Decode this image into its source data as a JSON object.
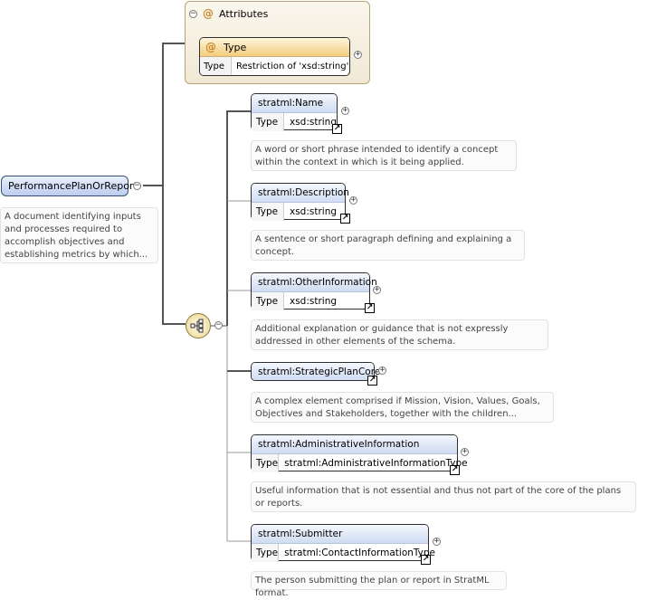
{
  "root": {
    "name": "PerformancePlanOrReport",
    "doc": "A document identifying inputs and processes required to accomplish objectives and establishing metrics by which..."
  },
  "attributes": {
    "title": "Attributes",
    "attr_name": "Type",
    "type_key": "Type",
    "type_value": "Restriction of 'xsd:string'"
  },
  "elements": [
    {
      "name": "stratml:Name",
      "type_key": "Type",
      "type": "xsd:string",
      "doc": "A word or short phrase intended to identify a concept within the context in which is it being applied."
    },
    {
      "name": "stratml:Description",
      "type_key": "Type",
      "type": "xsd:string",
      "doc": "A sentence or short paragraph defining and explaining a concept."
    },
    {
      "name": "stratml:OtherInformation",
      "type_key": "Type",
      "type": "xsd:string",
      "doc": "Additional explanation or guidance that is not expressly addressed in other elements of the schema."
    },
    {
      "name": "stratml:StrategicPlanCore",
      "doc": "A complex element comprised if Mission, Vision, Values, Goals, Objectives and Stakeholders, together with the children..."
    },
    {
      "name": "stratml:AdministrativeInformation",
      "type_key": "Type",
      "type": "stratml:AdministrativeInformationType",
      "doc": "Useful information that is not essential and thus not part of the core of the plans or reports."
    },
    {
      "name": "stratml:Submitter",
      "type_key": "Type",
      "type": "stratml:ContactInformationType",
      "doc": "The person submitting the plan or report in StratML format."
    }
  ],
  "icons": {
    "collapse": "minus-circle-icon",
    "expand": "plus-circle-icon",
    "attribute": "at-icon",
    "type_link": "arrow-link-icon",
    "sequence": "sequence-compositor-icon"
  },
  "colors": {
    "element_header": "#cfdcf3",
    "attribute_header": "#f2cd7c",
    "attributes_group": "#f1e8d4",
    "connector": "#555555"
  }
}
